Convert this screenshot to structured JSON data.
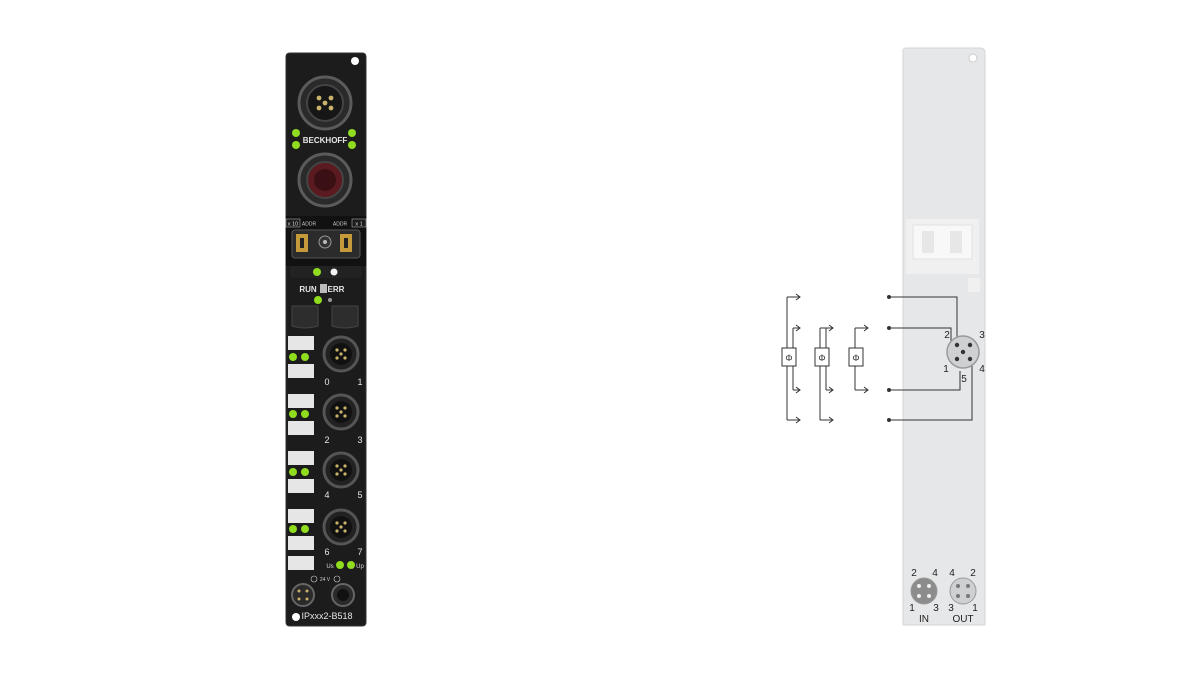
{
  "module": {
    "brand": "BECKHOFF",
    "model": "IPxxx2-B518",
    "addr_x10": "x 10",
    "addr_addr_left": "ADDR",
    "addr_addr_right": "ADDR",
    "addr_x1": "x 1",
    "run": "RUN",
    "err": "ERR",
    "channels": [
      "0",
      "1",
      "2",
      "3",
      "4",
      "5",
      "6",
      "7"
    ],
    "us": "Us",
    "up": "Up",
    "power_label": "24 V",
    "led_color": "#8fdd1e",
    "body_color": "#1c1c1c"
  },
  "schematic": {
    "pins_connector": [
      "2",
      "3",
      "1",
      "5",
      "4"
    ],
    "pin_in": [
      "2",
      "4",
      "1",
      "3"
    ],
    "pin_out": [
      "4",
      "2",
      "3",
      "1"
    ],
    "in_label": "IN",
    "out_label": "OUT",
    "fuse_symbol": "Φ",
    "panel_color": "#e6e7e8"
  }
}
